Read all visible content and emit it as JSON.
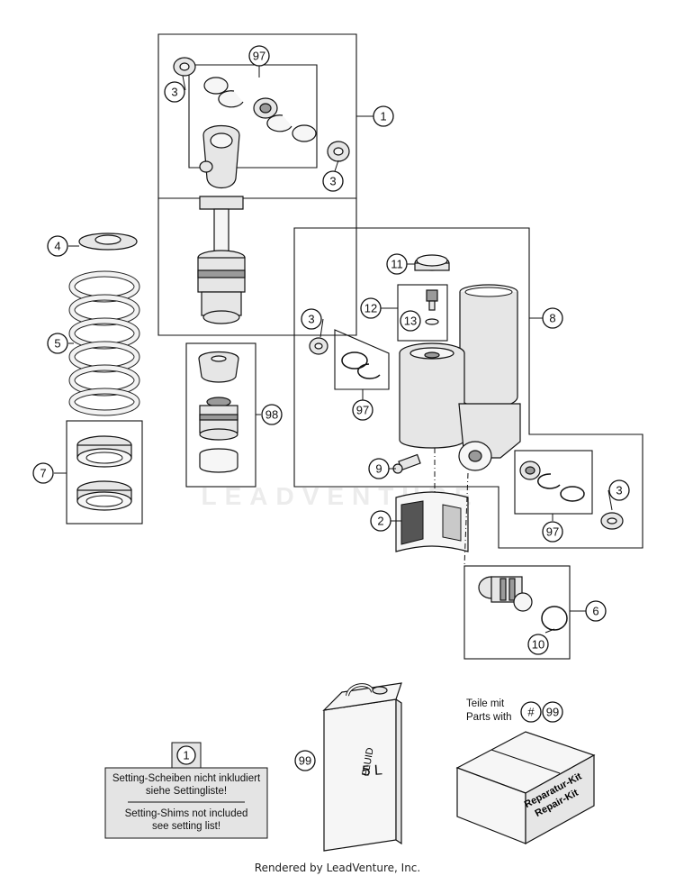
{
  "watermark": "LEADVENTURE",
  "callouts": {
    "c1": "1",
    "c2": "2",
    "c3a": "3",
    "c3b": "3",
    "c3c": "3",
    "c3d": "3",
    "c4": "4",
    "c5": "5",
    "c6": "6",
    "c7": "7",
    "c8": "8",
    "c9": "9",
    "c10": "10",
    "c11": "11",
    "c12": "12",
    "c13": "13",
    "c97a": "97",
    "c97b": "97",
    "c97c": "97",
    "c98": "98",
    "c99": "99"
  },
  "fluid_can": {
    "line1": "FLUID",
    "line2": "5 L"
  },
  "note": {
    "ref": "1",
    "line_de_1": "Setting-Scheiben nicht inkludiert",
    "line_de_2": "siehe Settingliste!",
    "line_en_1": "Setting-Shims not included",
    "line_en_2": "see setting list!"
  },
  "repair_kit": {
    "legend_de": "Teile mit",
    "legend_en": "Parts with",
    "legend_symbol": "#",
    "legend_ref": "99",
    "box_line1": "Reparatur-Kit",
    "box_line2": "Repair-Kit"
  },
  "footer": "Rendered by LeadVenture, Inc."
}
